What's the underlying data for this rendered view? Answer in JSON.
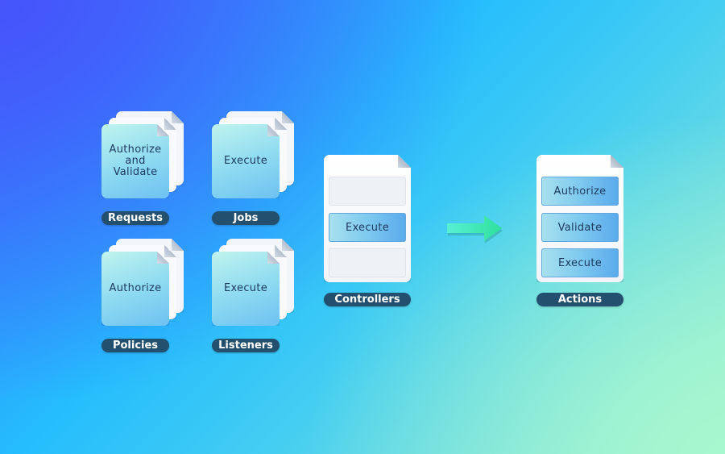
{
  "groups": {
    "requests": {
      "card_text": "Authorize and Validate",
      "label": "Requests"
    },
    "jobs": {
      "card_text": "Execute",
      "label": "Jobs"
    },
    "policies": {
      "card_text": "Authorize",
      "label": "Policies"
    },
    "listeners": {
      "card_text": "Execute",
      "label": "Listeners"
    }
  },
  "controllers": {
    "slot_text": "Execute",
    "label": "Controllers"
  },
  "actions": {
    "slots": [
      "Authorize",
      "Validate",
      "Execute"
    ],
    "label": "Actions"
  },
  "colors": {
    "background_start": "#4555fb",
    "background_mid": "#25bdfd",
    "background_end": "#a2f4cd",
    "label_pill": "#24506f",
    "arrow": "#3ee9b0",
    "filled_slot": "#7ec9ef"
  },
  "icons": {
    "transition_arrow": "arrow-right-icon"
  }
}
